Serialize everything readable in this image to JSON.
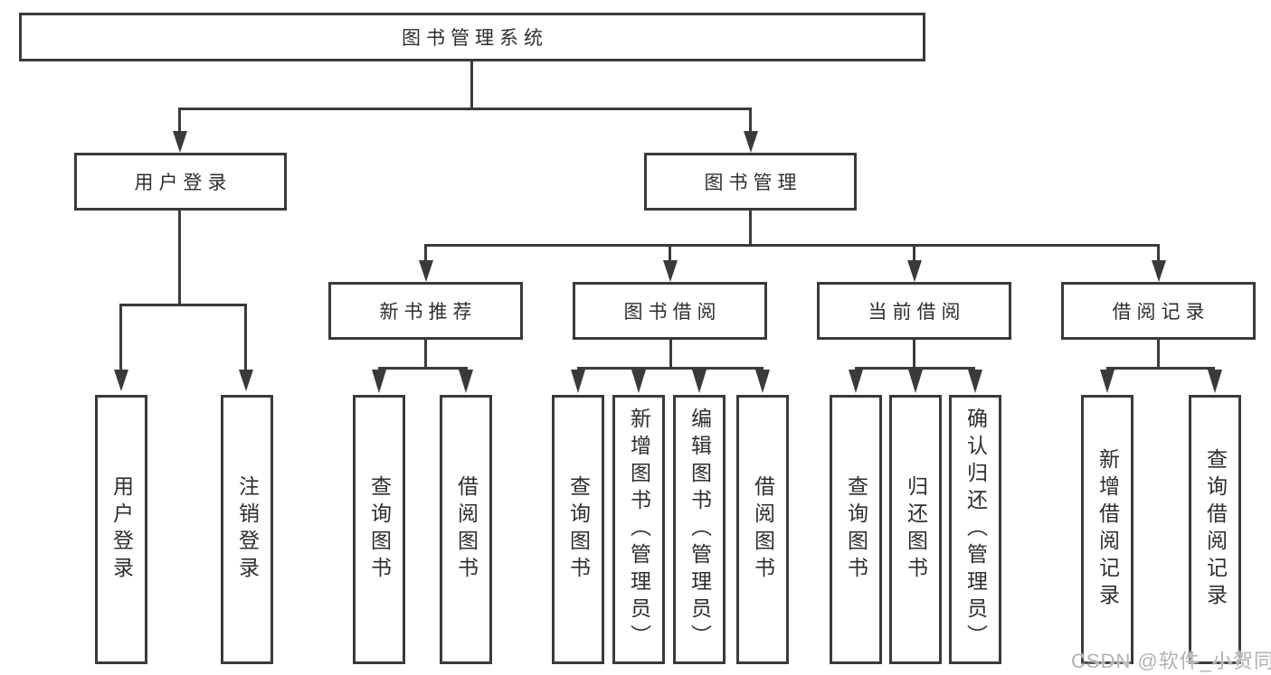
{
  "nodes": {
    "root": {
      "label": "图书管理系统"
    },
    "level2": [
      {
        "label": "用户登录"
      },
      {
        "label": "图书管理"
      }
    ],
    "level3": [
      {
        "label": "新书推荐"
      },
      {
        "label": "图书借阅"
      },
      {
        "label": "当前借阅"
      },
      {
        "label": "借阅记录"
      }
    ],
    "leaves": [
      {
        "label": "用户登录"
      },
      {
        "label": "注销登录"
      },
      {
        "label": "查询图书"
      },
      {
        "label": "借阅图书"
      },
      {
        "label": "查询图书"
      },
      {
        "label": "新增图书（管理员）"
      },
      {
        "label": "编辑图书（管理员）"
      },
      {
        "label": "借阅图书"
      },
      {
        "label": "查询图书"
      },
      {
        "label": "归还图书"
      },
      {
        "label": "确认归还（管理员）"
      },
      {
        "label": "新增借阅记录"
      },
      {
        "label": "查询借阅记录"
      }
    ]
  },
  "watermark": "CSDN @软件_小贺同学",
  "colors": {
    "line": "#3a3a3a",
    "text": "#2e2e2e",
    "watermark": "#b2b2b2",
    "background": "#ffffff"
  }
}
